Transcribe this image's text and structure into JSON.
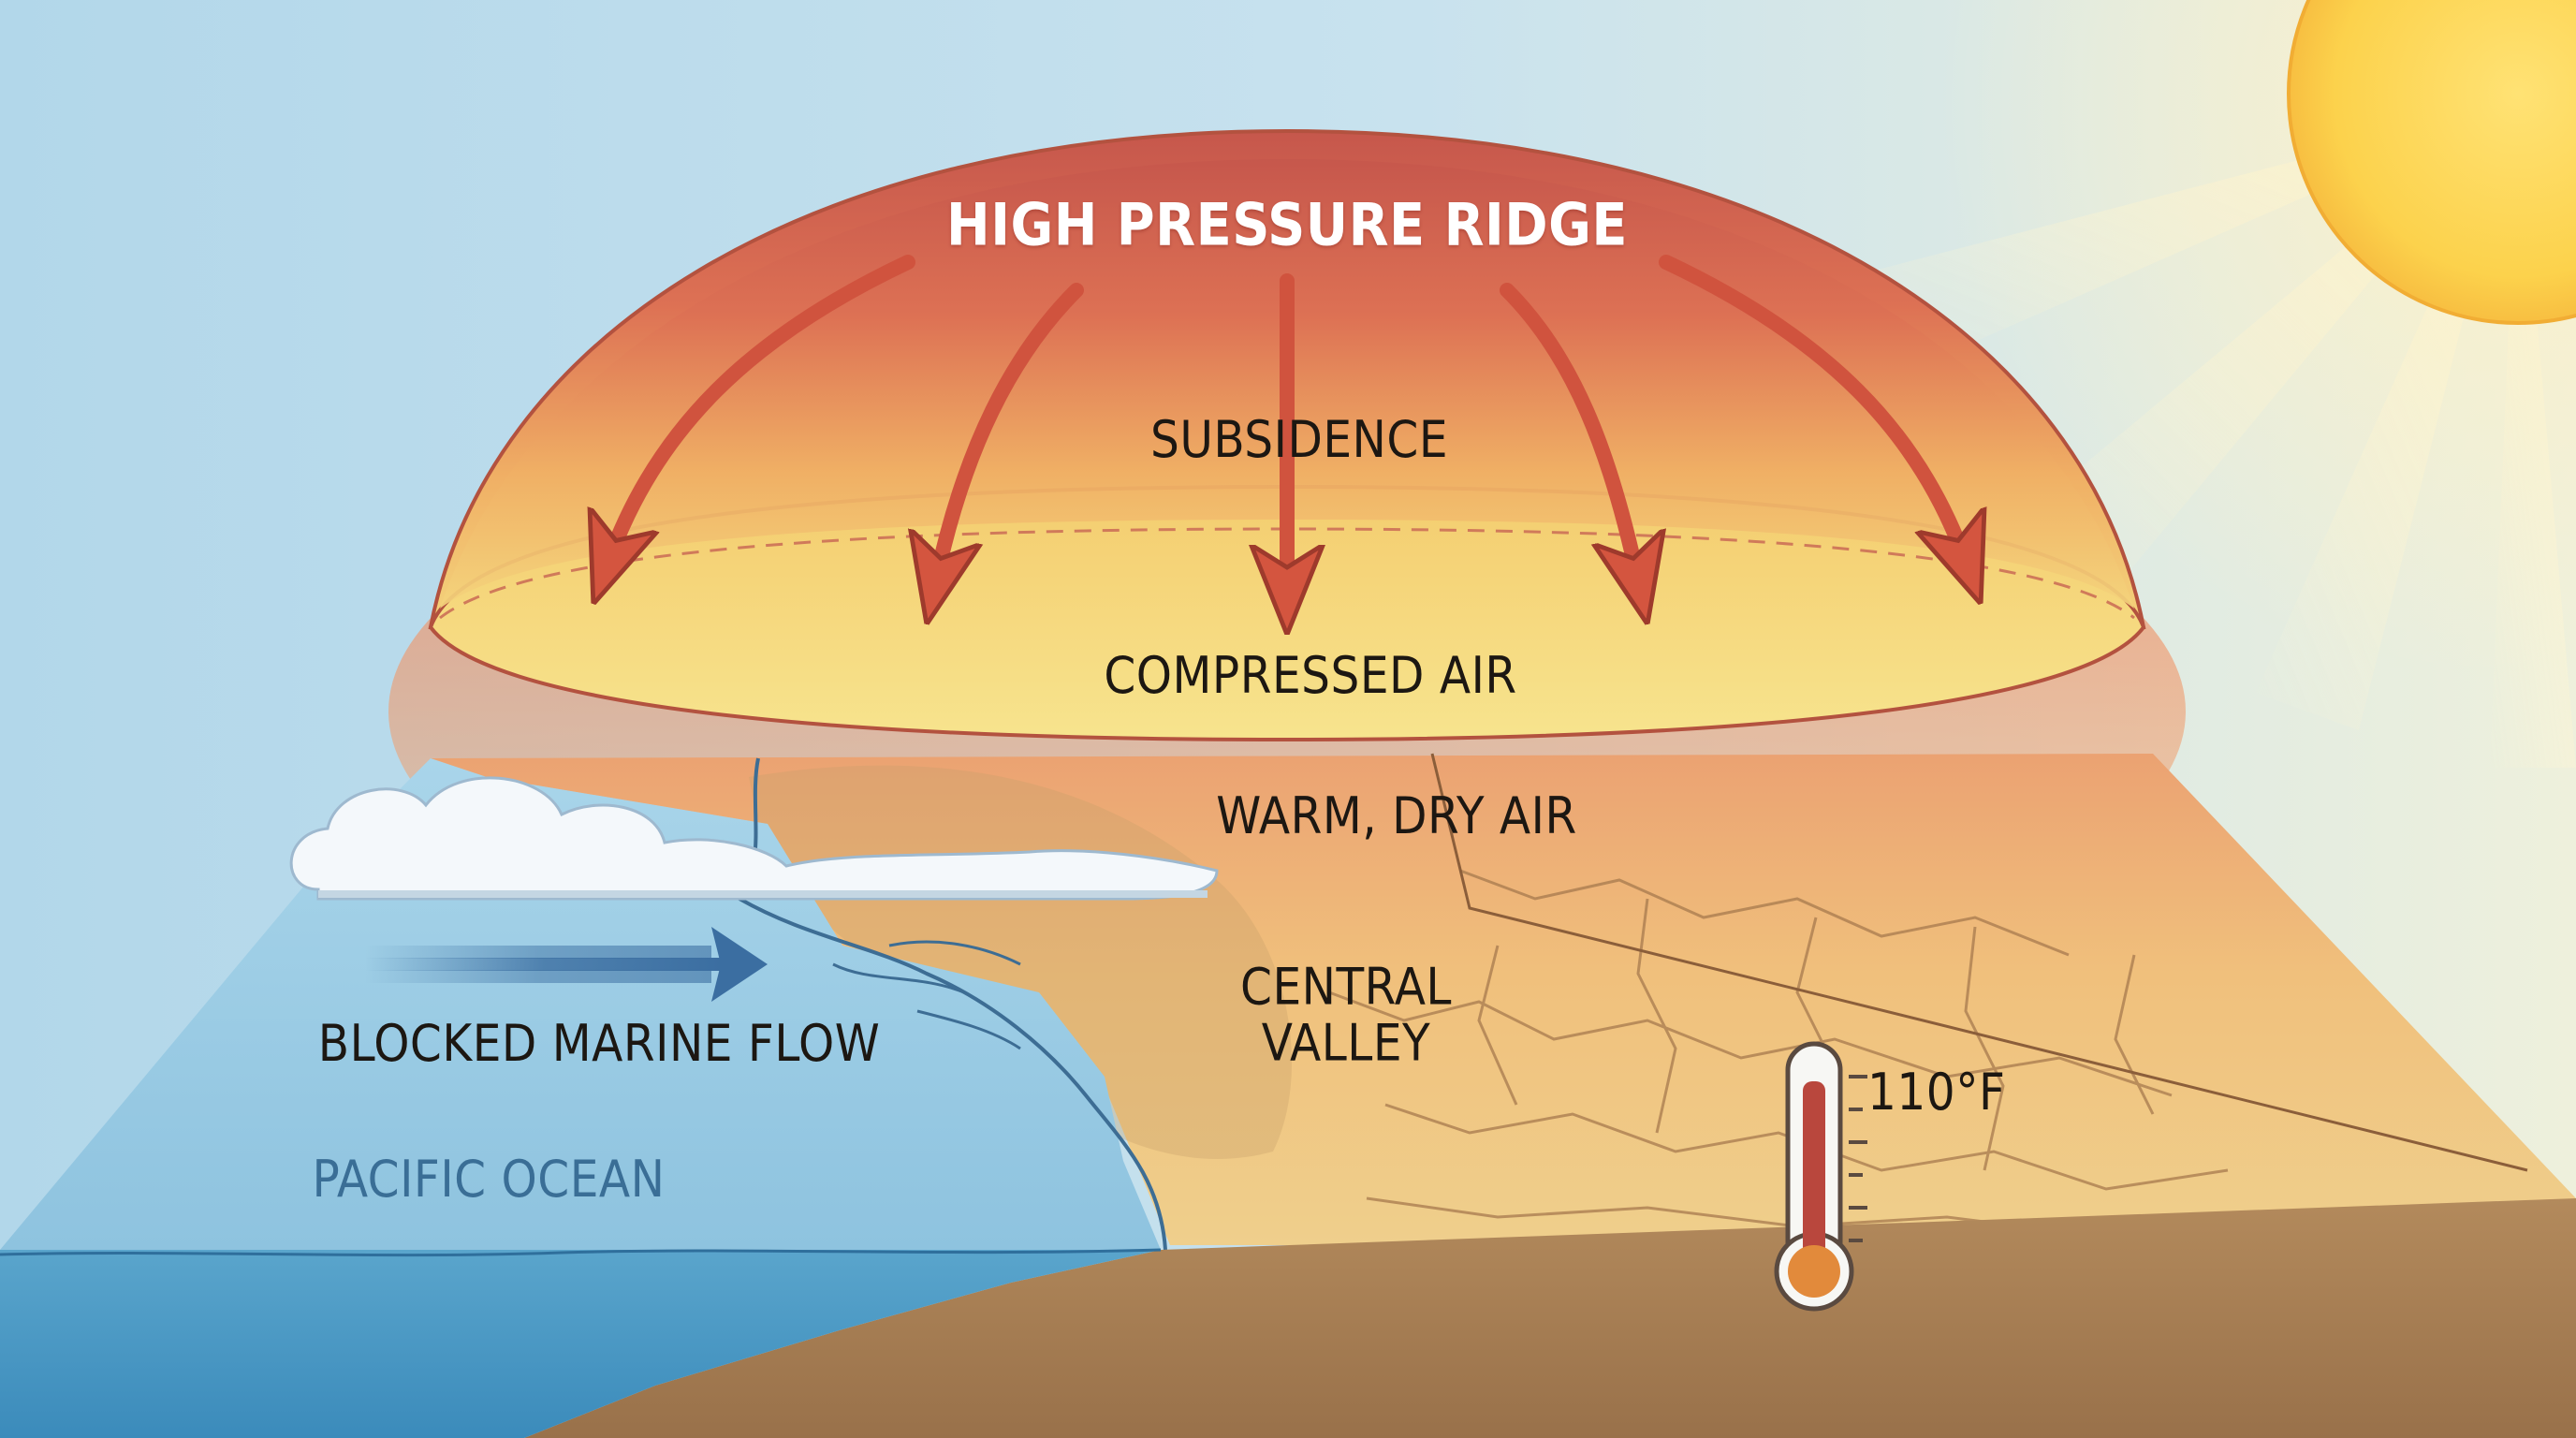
{
  "diagram": {
    "labels": {
      "ridge": "HIGH PRESSURE RIDGE",
      "subsidence": "SUBSIDENCE",
      "compressed_air": "COMPRESSED AIR",
      "warm_dry_air": "WARM, DRY AIR",
      "central_valley": "CENTRAL\nVALLEY",
      "blocked_marine_flow": "BLOCKED MARINE FLOW",
      "pacific_ocean": "PACIFIC OCEAN",
      "temperature": "110°F"
    },
    "icons": [
      "sun-icon",
      "cloud-icon",
      "thermometer-icon",
      "subsidence-arrow-icon",
      "marine-flow-arrow-icon"
    ],
    "colors": {
      "sky": "#bcdcec",
      "dome_top": "#c85a4c",
      "dome_bottom": "#f2d777",
      "arrow": "#d0533e",
      "ocean": "#8ec6e2",
      "land": "#f0cf8a",
      "soil": "#a57c52",
      "sun": "#fcd650",
      "marine_arrow": "#3b6ea1"
    }
  }
}
